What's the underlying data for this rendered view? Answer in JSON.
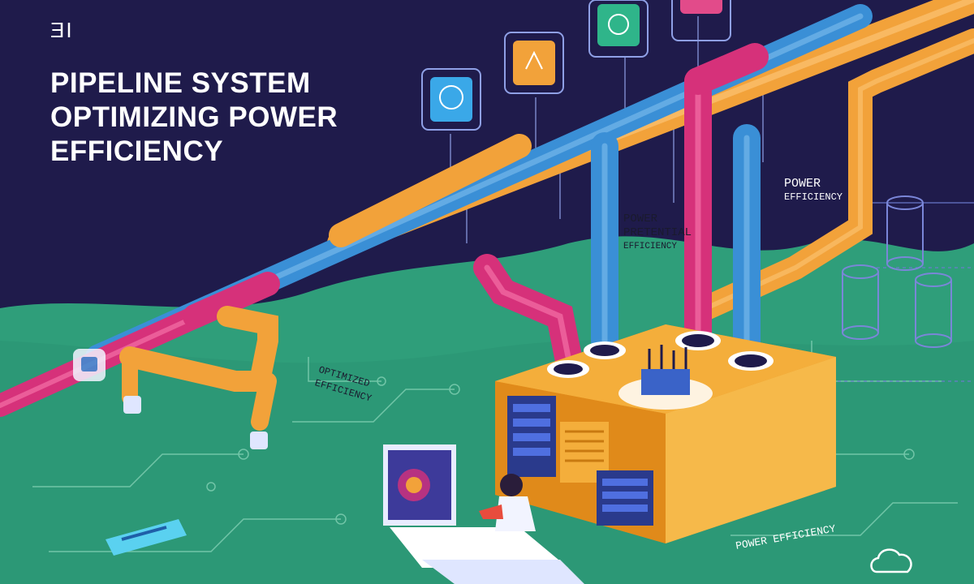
{
  "corner_mark": "ƎI",
  "title": {
    "line1": "PIPELINE SYSTEM",
    "line2": "OPTIMIZING POWER",
    "line3": "EFFICIENCY"
  },
  "labels": {
    "power_right_1": "POWER",
    "power_right_2": "EFFICIENCY",
    "power_center_1": "POWER",
    "power_center_2": "PRETENTIAL",
    "power_center_3": "EFFICIENCY",
    "optimized_1": "OPTIMIZED",
    "optimized_2": "EFFICIENCY",
    "bottom_right": "POWER EFFICIENCY"
  },
  "colors": {
    "background_navy": "#1f1b4b",
    "ground_green": "#2f9e7a",
    "pipe_blue": "#3a8fd6",
    "pipe_orange": "#f2a23a",
    "pipe_magenta": "#d6317a",
    "hub_orange": "#f4ae3b",
    "accent_white": "#ffffff"
  },
  "icons": [
    "monitor-icon-blue",
    "monitor-icon-orange",
    "monitor-icon-green",
    "monitor-icon-pink",
    "cloud-icon",
    "server-rack-icon",
    "computer-monitor-icon"
  ]
}
